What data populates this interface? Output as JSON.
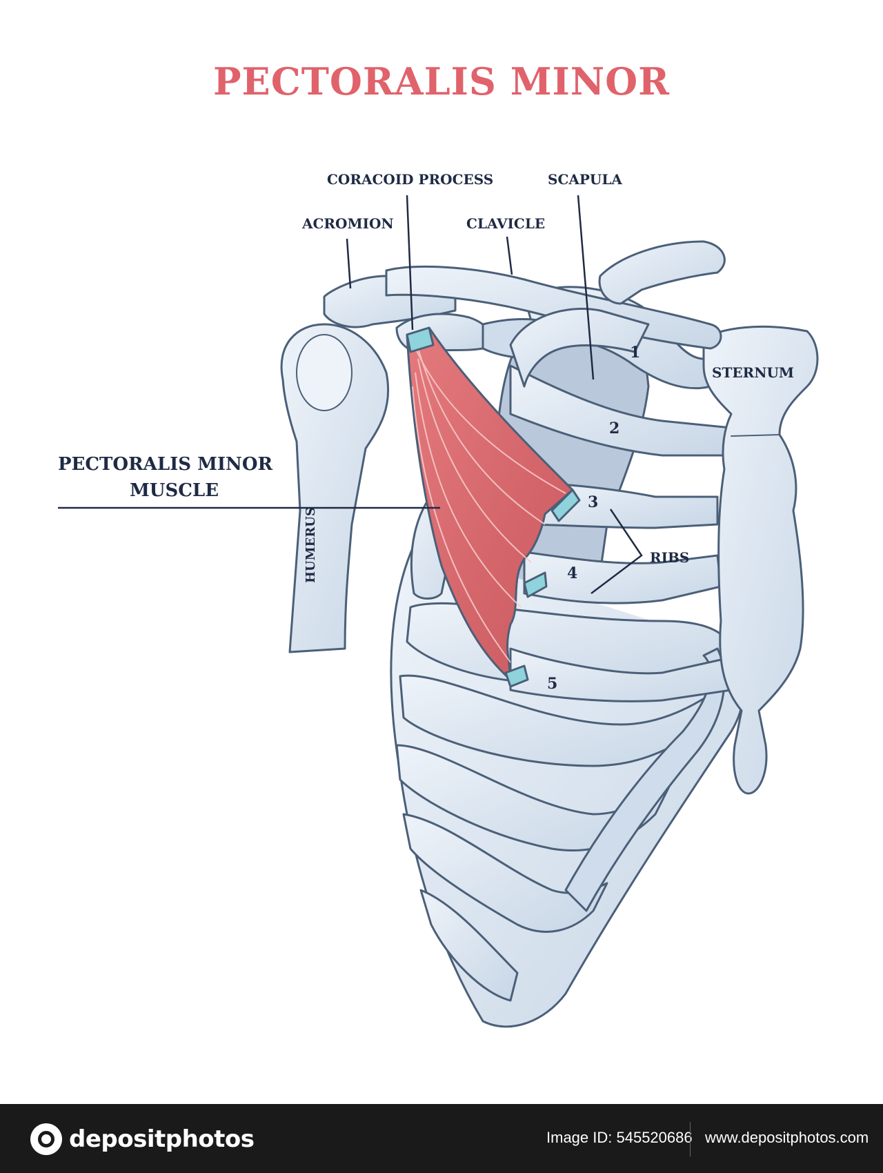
{
  "title": "PECTORALIS MINOR",
  "labels": {
    "coracoid_process": "CORACOID PROCESS",
    "scapula": "SCAPULA",
    "acromion": "ACROMION",
    "clavicle": "CLAVICLE",
    "sternum": "STERNUM",
    "pectoralis_line1": "PECTORALIS MINOR",
    "pectoralis_line2": "MUSCLE",
    "humerus": "HUMERUS",
    "ribs": "RIBS"
  },
  "rib_numbers": [
    "1",
    "2",
    "3",
    "4",
    "5"
  ],
  "colors": {
    "title": "#e0626b",
    "bone_fill": "#dbe6f1",
    "bone_outline": "#4b5f78",
    "muscle": "#d8676c",
    "tendon": "#8fd3dc",
    "label_text": "#1f2a44"
  },
  "footer": {
    "brand": "depositphotos",
    "image_id": "Image ID: 545520686",
    "website": "www.depositphotos.com"
  }
}
